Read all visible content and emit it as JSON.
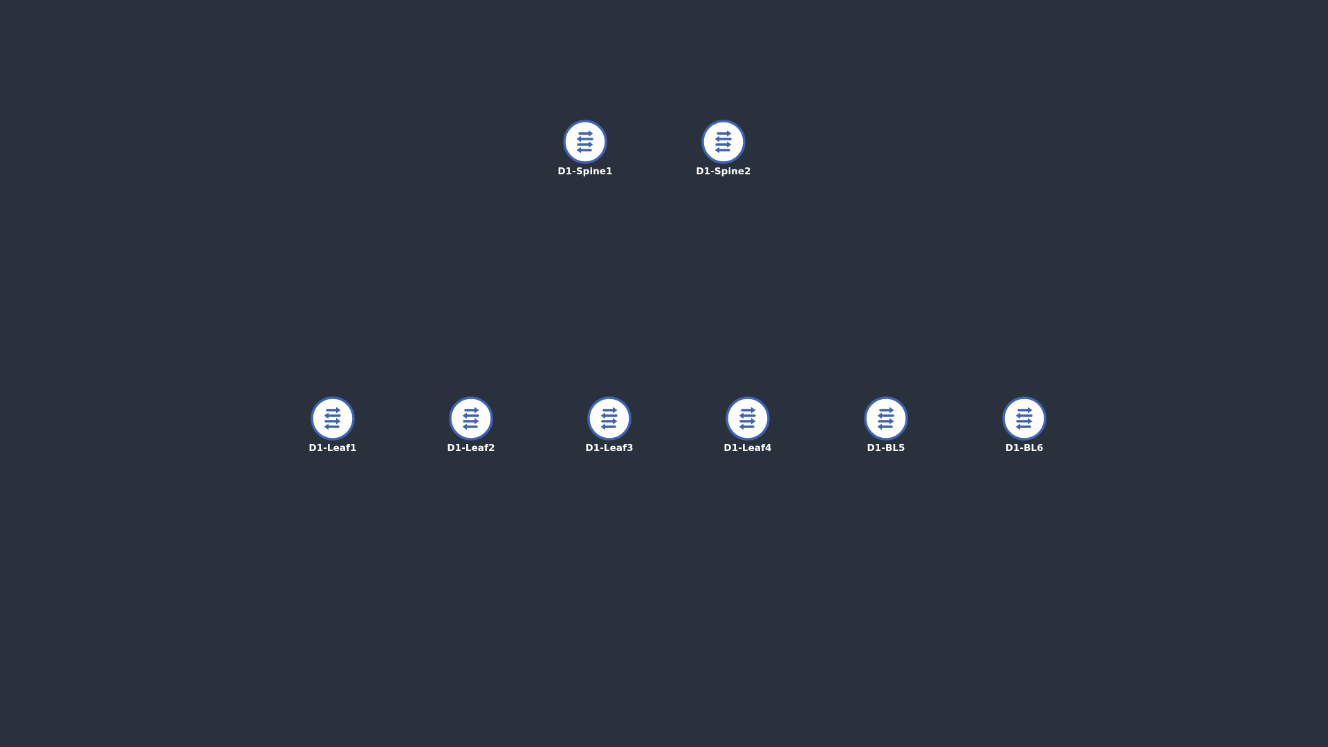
{
  "canvas": {
    "background": "#29323c"
  },
  "icon": {
    "name": "switch-icon",
    "ring_color": "#3f63b4",
    "fill_color": "#ffffff",
    "arrow_color": "#3f63b4"
  },
  "nodes": {
    "spine1": {
      "label": "D1-Spine1"
    },
    "spine2": {
      "label": "D1-Spine2"
    },
    "leaf1": {
      "label": "D1-Leaf1"
    },
    "leaf2": {
      "label": "D1-Leaf2"
    },
    "leaf3": {
      "label": "D1-Leaf3"
    },
    "leaf4": {
      "label": "D1-Leaf4"
    },
    "bl5": {
      "label": "D1-BL5"
    },
    "bl6": {
      "label": "D1-BL6"
    }
  }
}
